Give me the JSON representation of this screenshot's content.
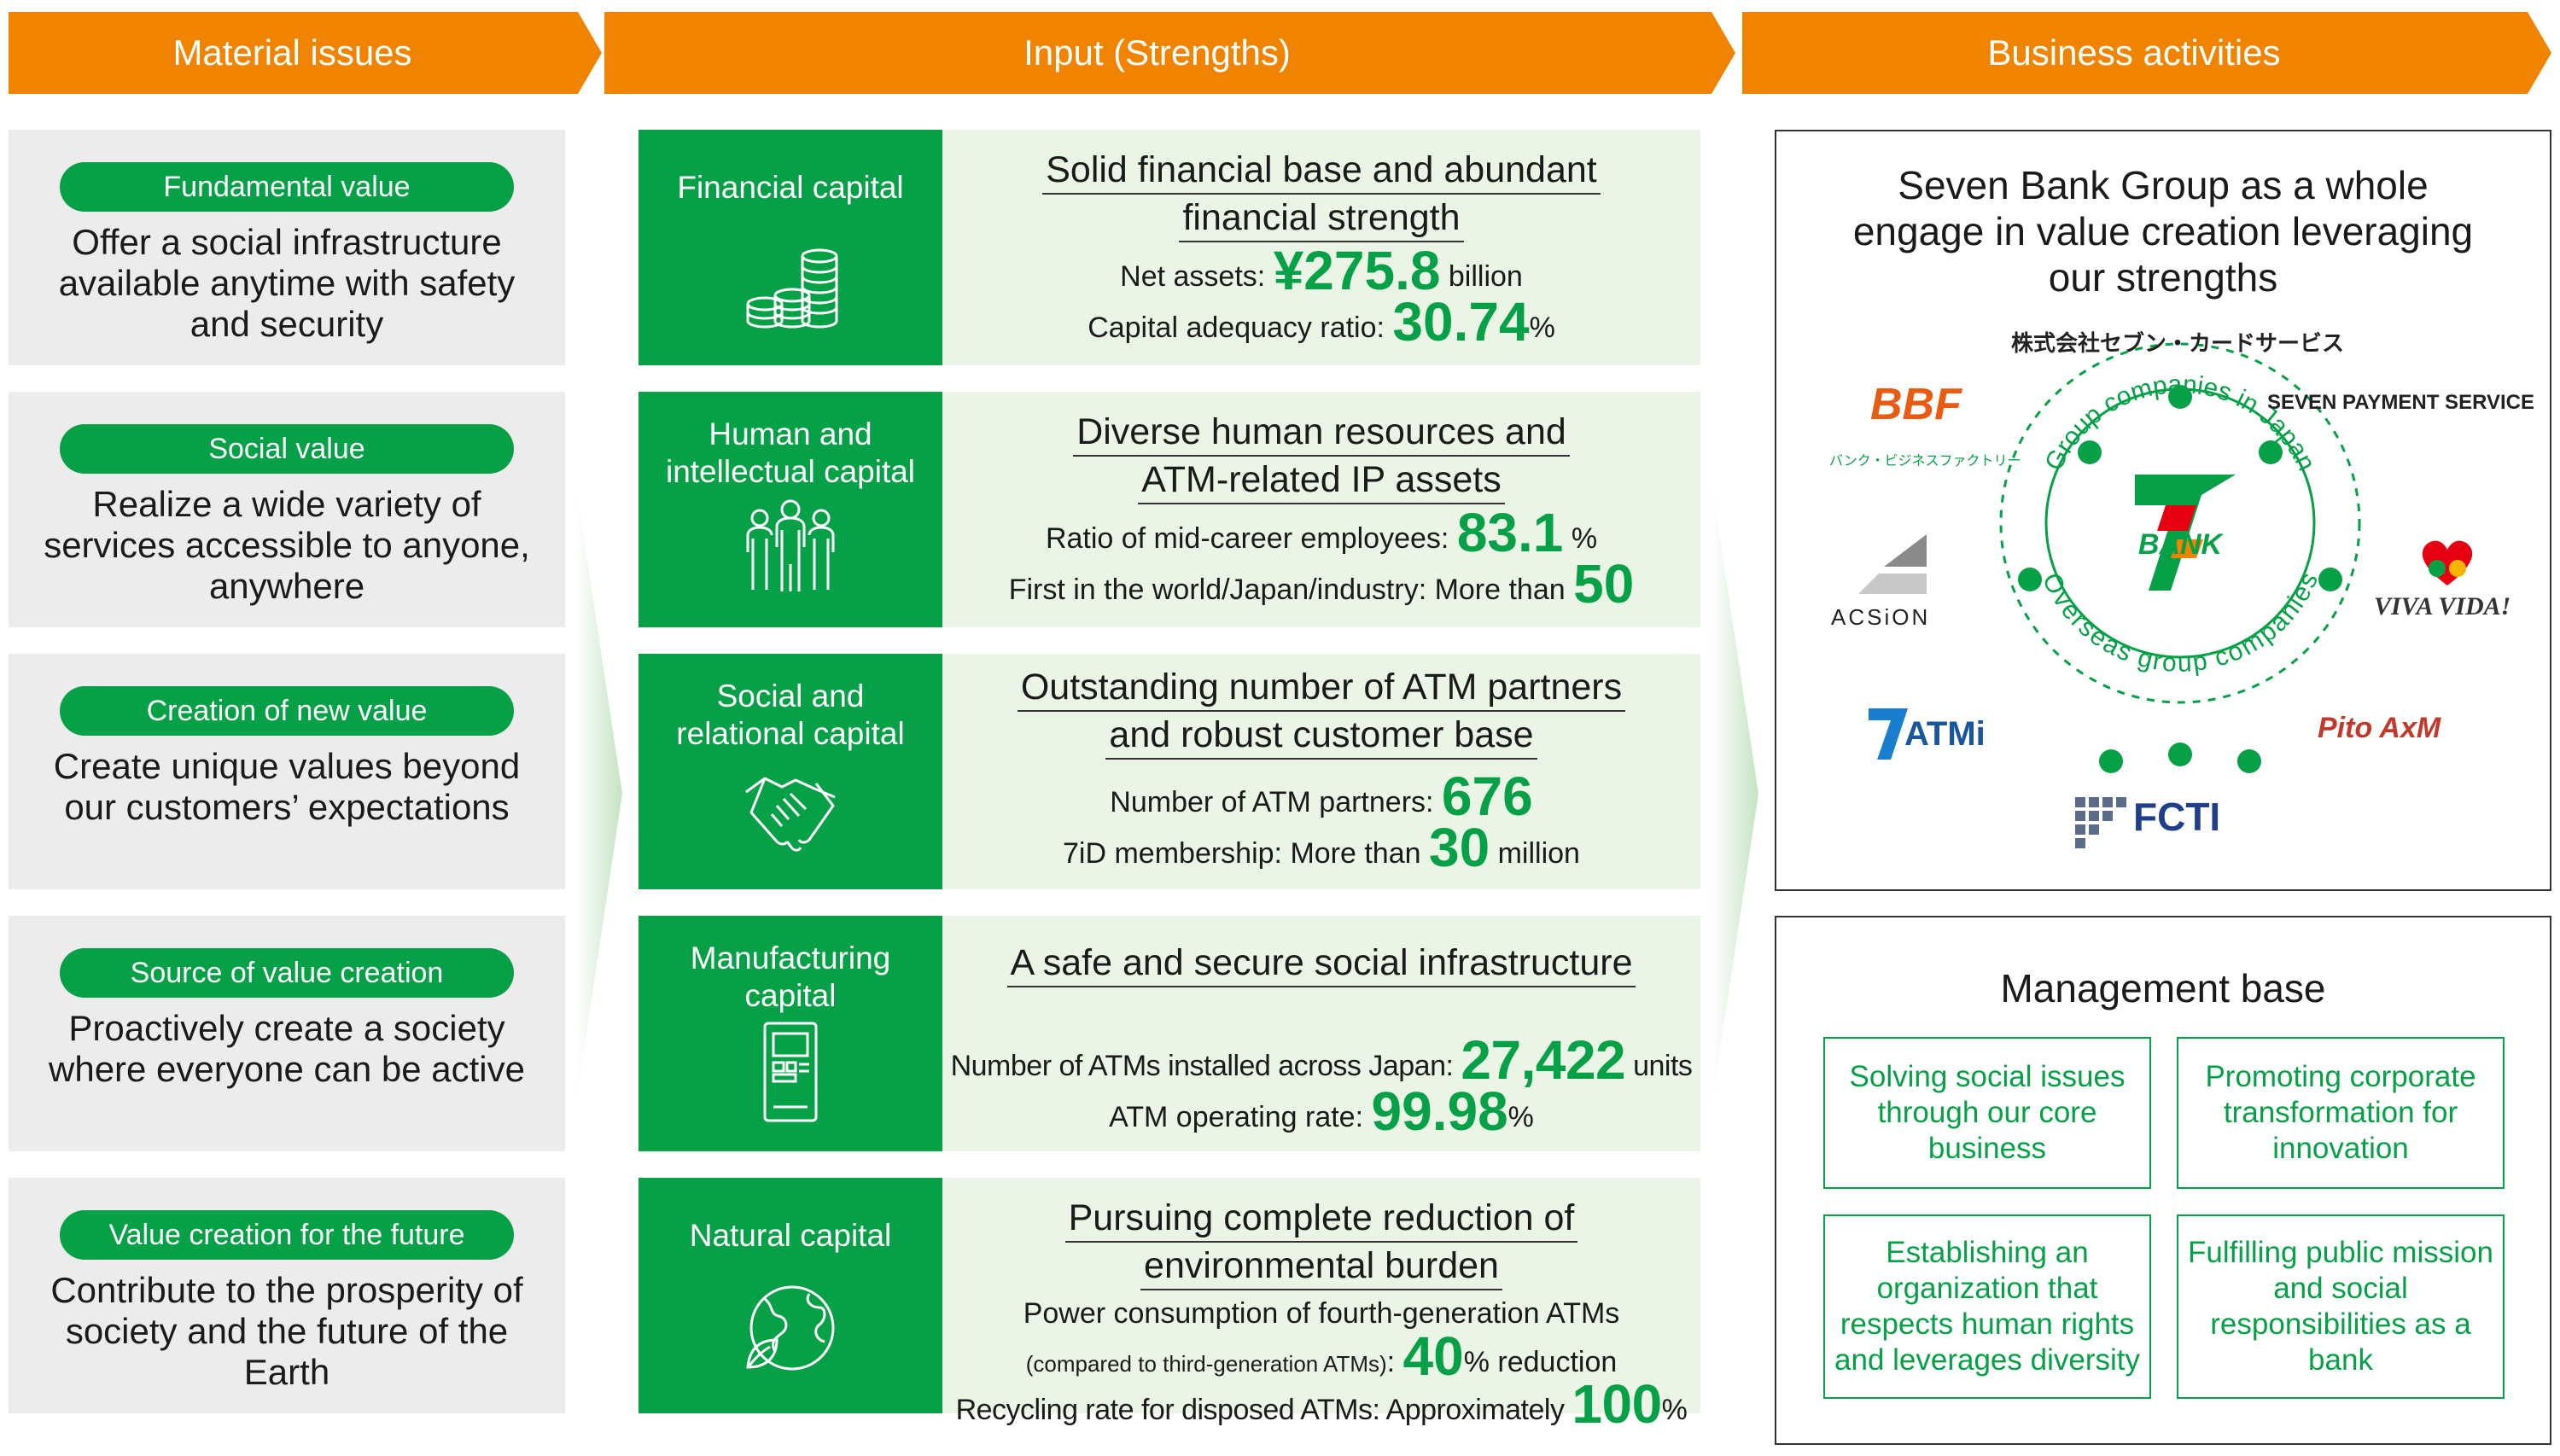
{
  "headers": {
    "material": "Material issues",
    "input": "Input (Strengths)",
    "business": "Business activities"
  },
  "issues": [
    {
      "pill": "Fundamental value",
      "text": "Offer a social infrastructure available anytime with safety and security"
    },
    {
      "pill": "Social value",
      "text": "Realize a wide variety of services accessible to anyone, anywhere"
    },
    {
      "pill": "Creation of new value",
      "text": "Create unique values beyond our customers’ expectations"
    },
    {
      "pill": "Source of value creation",
      "text": "Proactively create a society where everyone can be active"
    },
    {
      "pill": "Value creation for the future",
      "text": "Contribute to the prosperity of society and the future of the Earth"
    }
  ],
  "capitals": [
    {
      "name": "Financial capital",
      "icon": "coins-icon",
      "title_lines": [
        "Solid financial base and abundant",
        "financial strength"
      ],
      "line1": {
        "label": "Net assets: ",
        "value": "¥275.8",
        "unit": " billion"
      },
      "line2": {
        "label": "Capital adequacy ratio: ",
        "value": "30.74",
        "unit": "%"
      }
    },
    {
      "name_lines": [
        "Human and",
        "intellectual capital"
      ],
      "icon": "people-icon",
      "title_lines": [
        "Diverse human resources and",
        "ATM-related IP assets"
      ],
      "line1": {
        "label": "Ratio of mid-career employees: ",
        "value": "83.1",
        "unit": " %"
      },
      "line2": {
        "label": "First in the world/Japan/industry: More than ",
        "value": "50",
        "unit": ""
      }
    },
    {
      "name_lines": [
        "Social and",
        "relational capital"
      ],
      "icon": "handshake-icon",
      "title_lines": [
        "Outstanding number of ATM partners",
        "and robust customer base"
      ],
      "line1": {
        "label": "Number of ATM partners: ",
        "value": "676",
        "unit": ""
      },
      "line2": {
        "label": "7iD membership: More than ",
        "value": "30",
        "unit": " million"
      }
    },
    {
      "name_lines": [
        "Manufacturing",
        "capital"
      ],
      "icon": "atm-icon",
      "title_lines": [
        "A safe and secure social infrastructure"
      ],
      "line1": {
        "label": "Number of ATMs installed across Japan: ",
        "value": "27,422",
        "unit": " units"
      },
      "line2": {
        "label": "ATM operating rate: ",
        "value": "99.98",
        "unit": "%"
      }
    },
    {
      "name": "Natural capital",
      "icon": "globe-leaf-icon",
      "title_lines": [
        "Pursuing complete reduction of",
        "environmental burden"
      ],
      "line0": "Power consumption of fourth-generation ATMs",
      "line1": {
        "small": "(compared to third-generation ATMs)",
        "label": ": ",
        "value": "40",
        "unit": "% reduction"
      },
      "line2": {
        "label": "Recycling rate for disposed ATMs: Approximately ",
        "value": "100",
        "unit": "%"
      }
    }
  ],
  "group": {
    "title_lines": [
      "Seven Bank Group as a whole",
      "engage in value creation leveraging",
      "our strengths"
    ],
    "ring_top": "Group companies in Japan",
    "ring_bottom": "Overseas group companies",
    "center_logo": "BANK",
    "logos": {
      "card_service": "株式会社セブン・カードサービス",
      "payment": "SEVEN PAYMENT SERVICE",
      "bbf": "BBF",
      "bbf_sub": "バンク・ビジネスファクトリー",
      "acsion": "ACSiON",
      "vivavida": "VIVA VIDA!",
      "atmi": "ATMi",
      "pitoaxm": "Pito AxM",
      "fcti": "FCTI"
    }
  },
  "management": {
    "title": "Management base",
    "items": [
      "Solving social issues through our core business",
      "Promoting corporate transformation for innovation",
      "Establishing an organization that respects human rights and leverages diversity",
      "Fulfilling public mission and social responsibilities as a bank"
    ]
  },
  "colors": {
    "orange": "#f08300",
    "green": "#06a147",
    "light_green": "#eaf5e6",
    "gray": "#ececec"
  }
}
